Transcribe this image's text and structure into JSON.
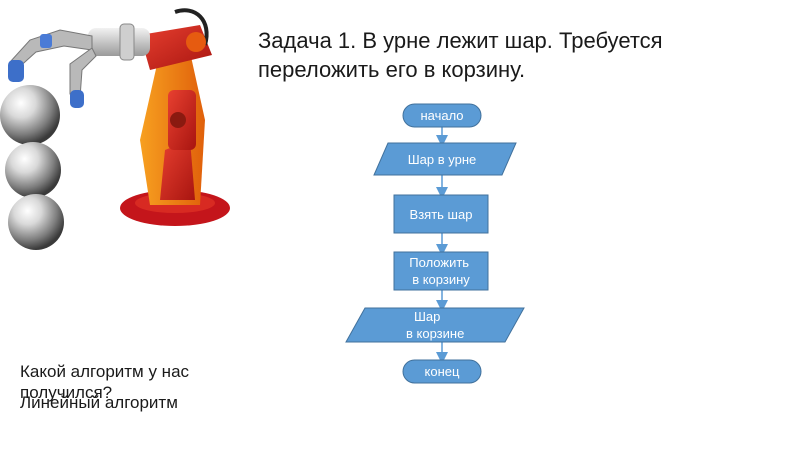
{
  "task": {
    "text": "Задача 1. В урне лежит шар. Требуется переложить его в корзину."
  },
  "flowchart": {
    "nodes": [
      {
        "id": "start",
        "shape": "terminal",
        "label": "начало"
      },
      {
        "id": "in",
        "shape": "parallelogram",
        "label": "Шар в урне"
      },
      {
        "id": "take",
        "shape": "process",
        "label": "Взять шар"
      },
      {
        "id": "put",
        "shape": "process",
        "label": "Положить в корзину"
      },
      {
        "id": "out",
        "shape": "parallelogram",
        "label": "Шар в корзине"
      },
      {
        "id": "end",
        "shape": "terminal",
        "label": "конец"
      }
    ],
    "colors": {
      "fill": "#5b9bd5",
      "stroke": "#41719c",
      "text": "#ffffff",
      "arrow": "#5b9bd5"
    }
  },
  "question": "Какой алгоритм у нас получился?",
  "answer": "Линейный алгоритм"
}
